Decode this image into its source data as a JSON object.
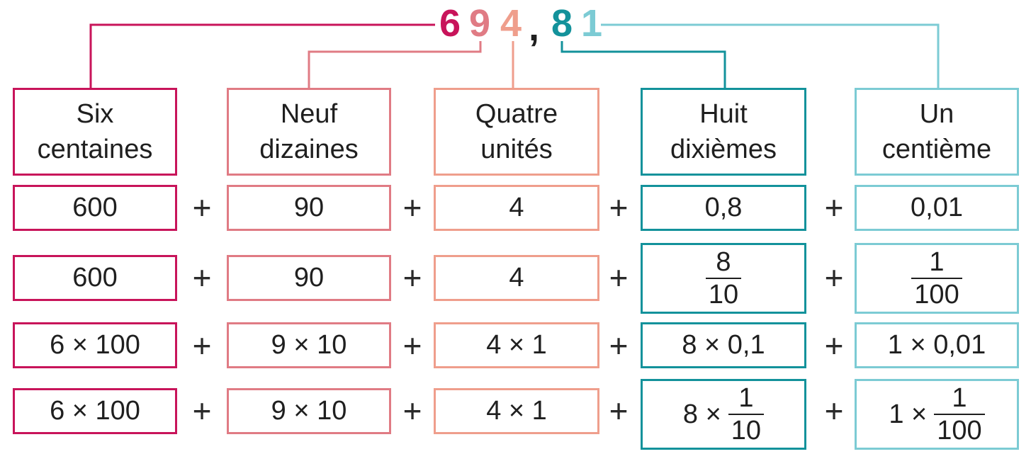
{
  "number": {
    "digits": [
      {
        "char": "6",
        "color": "#c8145a"
      },
      {
        "char": "9",
        "color": "#e07b84"
      },
      {
        "char": "4",
        "color": "#ef9e8c"
      },
      {
        "char": ",",
        "color": "#1f1f1f"
      },
      {
        "char": "8",
        "color": "#13929b"
      },
      {
        "char": "1",
        "color": "#7ccbd4"
      }
    ]
  },
  "columns": [
    {
      "label": [
        "Six",
        "centaines"
      ],
      "color": "#c8145a",
      "row1": "600",
      "row2": "600",
      "row3": "6 × 100",
      "row4": "6 × 100"
    },
    {
      "label": [
        "Neuf",
        "dizaines"
      ],
      "color": "#e07b84",
      "row1": "90",
      "row2": "90",
      "row3": "9 × 10",
      "row4": "9 × 10"
    },
    {
      "label": [
        "Quatre",
        "unités"
      ],
      "color": "#ef9e8c",
      "row1": "4",
      "row2": "4",
      "row3": "4 × 1",
      "row4": "4 × 1"
    },
    {
      "label": [
        "Huit",
        "dixièmes"
      ],
      "color": "#13929b",
      "row1": "0,8",
      "row2_frac": {
        "num": "8",
        "den": "10"
      },
      "row3": "8 × 0,1",
      "row4_prefix": "8 ×",
      "row4_frac": {
        "num": "1",
        "den": "10"
      }
    },
    {
      "label": [
        "Un",
        "centième"
      ],
      "color": "#7ccbd4",
      "row1": "0,01",
      "row2_frac": {
        "num": "1",
        "den": "100"
      },
      "row3": "1 × 0,01",
      "row4_prefix": "1 ×",
      "row4_frac": {
        "num": "1",
        "den": "100"
      }
    }
  ],
  "operator": "+"
}
